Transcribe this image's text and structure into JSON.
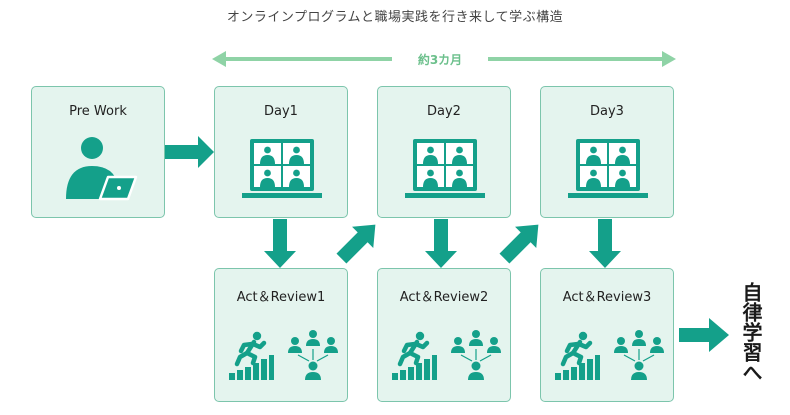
{
  "title": "オンラインプログラムと職場実践を行き来して学ぶ構造",
  "duration_label": "約3カ月",
  "boxes": {
    "prework": "Pre Work",
    "day1": "Day1",
    "day2": "Day2",
    "day3": "Day3",
    "ar1": "Act＆Review1",
    "ar2": "Act＆Review2",
    "ar3": "Act＆Review3"
  },
  "outcome": "自律学習へ",
  "colors": {
    "teal": "#14a08a",
    "box_fill": "#e4f4ee",
    "box_border": "#7cc5ac",
    "duration_arrow": "#8fd3a6"
  },
  "icons": {
    "prework": "person-laptop-icon",
    "day": "video-conference-icon",
    "ar_left": "climbing-stairs-icon",
    "ar_right": "team-network-icon"
  }
}
